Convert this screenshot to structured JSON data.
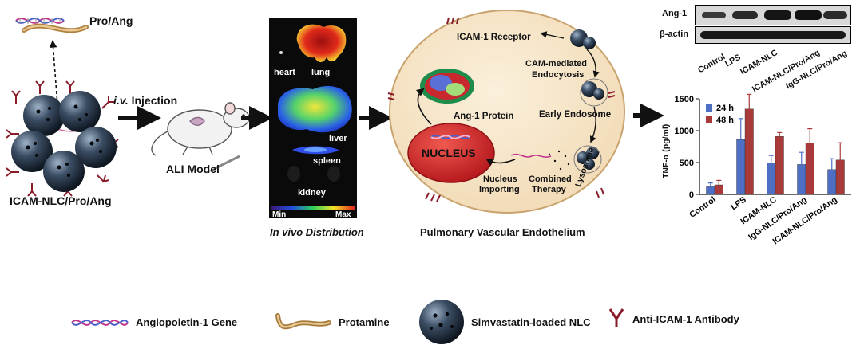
{
  "left": {
    "pro_ang_label": "Pro/Ang",
    "particle_label": "ICAM-NLC/Pro/Ang",
    "injection_iv": "i.v.",
    "injection_word": "Injection",
    "model_label": "ALI Model"
  },
  "imaging": {
    "organs": [
      "heart",
      "lung",
      "liver",
      "spleen",
      "kidney"
    ],
    "scale_min": "Min",
    "scale_max": "Max",
    "caption": "In vivo Distribution"
  },
  "cell": {
    "receptor": "ICAM-1 Receptor",
    "endocytosis_line1": "CAM-mediated",
    "endocytosis_line2": "Endocytosis",
    "protein": "Ang-1 Protein",
    "early_endosome": "Early Endosome",
    "nucleus": "NUCLEUS",
    "lysosome": "Lysosome",
    "nucleus_importing_line1": "Nucleus",
    "nucleus_importing_line2": "Importing",
    "combined_line1": "Combined",
    "combined_line2": "Therapy",
    "caption": "Pulmonary Vascular Endothelium"
  },
  "blot": {
    "rows": [
      "Ang-1",
      "β-actin"
    ],
    "lanes": [
      "Control",
      "LPS",
      "ICAM-NLC",
      "ICAM-NLC/Pro/Ang",
      "IgG-NLC/Pro/Ang"
    ]
  },
  "chart_data": {
    "type": "bar",
    "ylabel": "TNF-α (pg/ml)",
    "ylim": [
      0,
      1500
    ],
    "yticks": [
      0,
      500,
      1000,
      1500
    ],
    "categories": [
      "Control",
      "LPS",
      "ICAM-NLC",
      "IgG-NLC/Pro/Ang",
      "ICAM-NLC/Pro/Ang"
    ],
    "series": [
      {
        "name": "24 h",
        "color": "#4f6fc4",
        "values": [
          120,
          860,
          490,
          470,
          390
        ],
        "errors": [
          60,
          330,
          120,
          190,
          170
        ]
      },
      {
        "name": "48 h",
        "color": "#a83a3a",
        "values": [
          150,
          1340,
          910,
          810,
          540
        ],
        "errors": [
          70,
          230,
          60,
          220,
          270
        ]
      }
    ],
    "legend_position": "top-left"
  },
  "legend": {
    "gene": "Angiopoietin-1 Gene",
    "protamine": "Protamine",
    "nlc": "Simvastatin-loaded NLC",
    "antibody": "Anti-ICAM-1 Antibody"
  },
  "colors": {
    "arrow": "#111111",
    "nlc_dark": "#1f2b3a",
    "antibody": "#8a1c2a",
    "cell_fill": "#f7e7cc",
    "nucleus": "#d8262a"
  }
}
